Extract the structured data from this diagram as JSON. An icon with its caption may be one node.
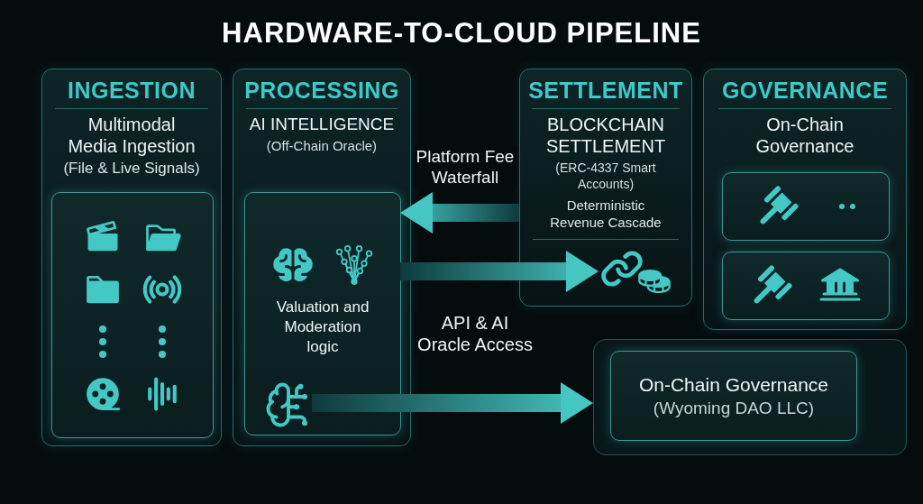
{
  "diagram": {
    "title": "HARDWARE-TO-CLOUD PIPELINE",
    "nodes": [
      {
        "text": [
          "INGESTION",
          "Multimodal Media Ingestion",
          "(File & Live Signals)"
        ]
      },
      {
        "text": [],
        "shape": "box",
        "in": 0
      },
      {
        "text": [
          "PROCESSING",
          "AI INTELLIGENCE",
          "(Off-Chain Oracle)"
        ]
      },
      {
        "text": [
          "Valuation and Moderation logic"
        ],
        "in": 2
      },
      {
        "text": [],
        "shape": "picture",
        "in": 3
      },
      {
        "text": [
          "SETTLEMENT",
          "BLOCKCHAIN SETTLEMENT",
          "(ERC-4337 Smart Accounts)",
          "Deterministic Revenue Cascade"
        ]
      },
      {
        "text": [],
        "shape": "picture",
        "in": 5
      },
      {
        "text": [
          "GOVERNANCE",
          "On-Chain Governance"
        ]
      },
      {
        "text": [],
        "shape": "box",
        "in": 7
      },
      {
        "text": [],
        "shape": "box",
        "in": 7
      },
      {
        "text": [],
        "shape": "box"
      },
      {
        "text": [
          "On-Chain Governance",
          "(Wyoming DAO LLC)"
        ],
        "in": 10
      }
    ],
    "edges": [
      {
        "from": 5,
        "to": 3,
        "arrow": "to",
        "label": "Platform Fee Waterfall"
      },
      {
        "from": 3,
        "to": 6,
        "arrow": "to",
        "label": "API & AI Oracle Access"
      },
      {
        "from": 4,
        "to": 10,
        "arrow": "to"
      }
    ]
  }
}
